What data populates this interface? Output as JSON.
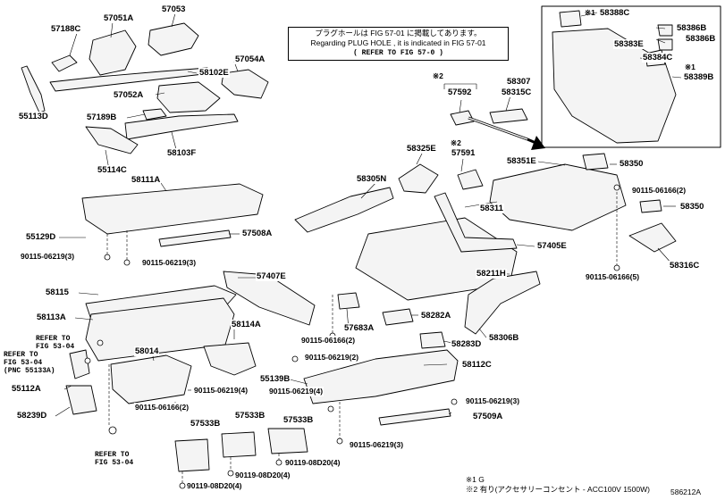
{
  "notice": {
    "line1": "プラグホールは FIG 57-01 に掲載してあります。",
    "line2": "Regarding  PLUG  HOLE , it is indicated in FIG  57-01",
    "line3": "( REFER TO FIG 57-0 )"
  },
  "labels": {
    "p57188C": "57188C",
    "p57051A": "57051A",
    "p57053": "57053",
    "p58102E": "58102E",
    "p57054A": "57054A",
    "p55113D": "55113D",
    "p57052A": "57052A",
    "p57189B": "57189B",
    "p55114C": "55114C",
    "p58103F": "58103F",
    "p58111A": "58111A",
    "p55129D": "55129D",
    "p57508A": "57508A",
    "b90115_06219_3a": "90115-06219(3)",
    "b90115_06219_3b": "90115-06219(3)",
    "p58115": "58115",
    "p57407E": "57407E",
    "p58113A": "58113A",
    "p58114A": "58114A",
    "p58014": "58014",
    "p55112A": "55112A",
    "p58239D": "58239D",
    "b90115_06219_4a": "90115-06219(4)",
    "b90115_06166_2a": "90115-06166(2)",
    "p57533B_1": "57533B",
    "p57533B_2": "57533B",
    "p57533B_3": "57533B",
    "b90119_08D20_4a": "90119-08D20(4)",
    "b90119_08D20_4b": "90119-08D20(4)",
    "b90119_08D20_4c": "90119-08D20(4)",
    "p58305N": "58305N",
    "p58325E": "58325E",
    "p57591": "57591",
    "p57592": "57592",
    "p58307": "58307",
    "p58315C": "58315C",
    "p58351E": "58351E",
    "p58350a": "58350",
    "p58311": "58311",
    "b90115_06166_2b": "90115-06166(2)",
    "p58350b": "58350",
    "p57405E": "57405E",
    "p58316C": "58316C",
    "b90115_06166_5": "90115-06166(5)",
    "p58211H": "58211H",
    "p57683A": "57683A",
    "p58282A": "58282A",
    "b90115_06166_2c": "90115-06166(2)",
    "p58306B": "58306B",
    "p58283D": "58283D",
    "b90115_06219_2": "90115-06219(2)",
    "p58112C": "58112C",
    "p55139B": "55139B",
    "b90115_06219_3c": "90115-06219(3)",
    "p57509A": "57509A",
    "b90115_06219_4b": "90115-06219(4)",
    "b90115_06219_3d": "90115-06219(3)",
    "p58388C": "58388C",
    "p58386B_1": "58386B",
    "p58386B_2": "58386B",
    "p58383E": "58383E",
    "p58384C": "58384C",
    "p58389B": "58389B"
  },
  "marks": {
    "m1": "※1",
    "m1b": "※1",
    "m2": "※2",
    "m2b": "※2"
  },
  "refs": {
    "r1": "REFER TO\nFIG 53-04",
    "r2": "REFER TO\nFIG 53-04\n(PNC 55133A)",
    "r3": "REFER TO\nFIG 53-04"
  },
  "footnotes": {
    "n1": "※1 G",
    "n2": "※2 有り(アクセサリーコンセント - ACC100V 1500W)"
  },
  "code": "586212A"
}
